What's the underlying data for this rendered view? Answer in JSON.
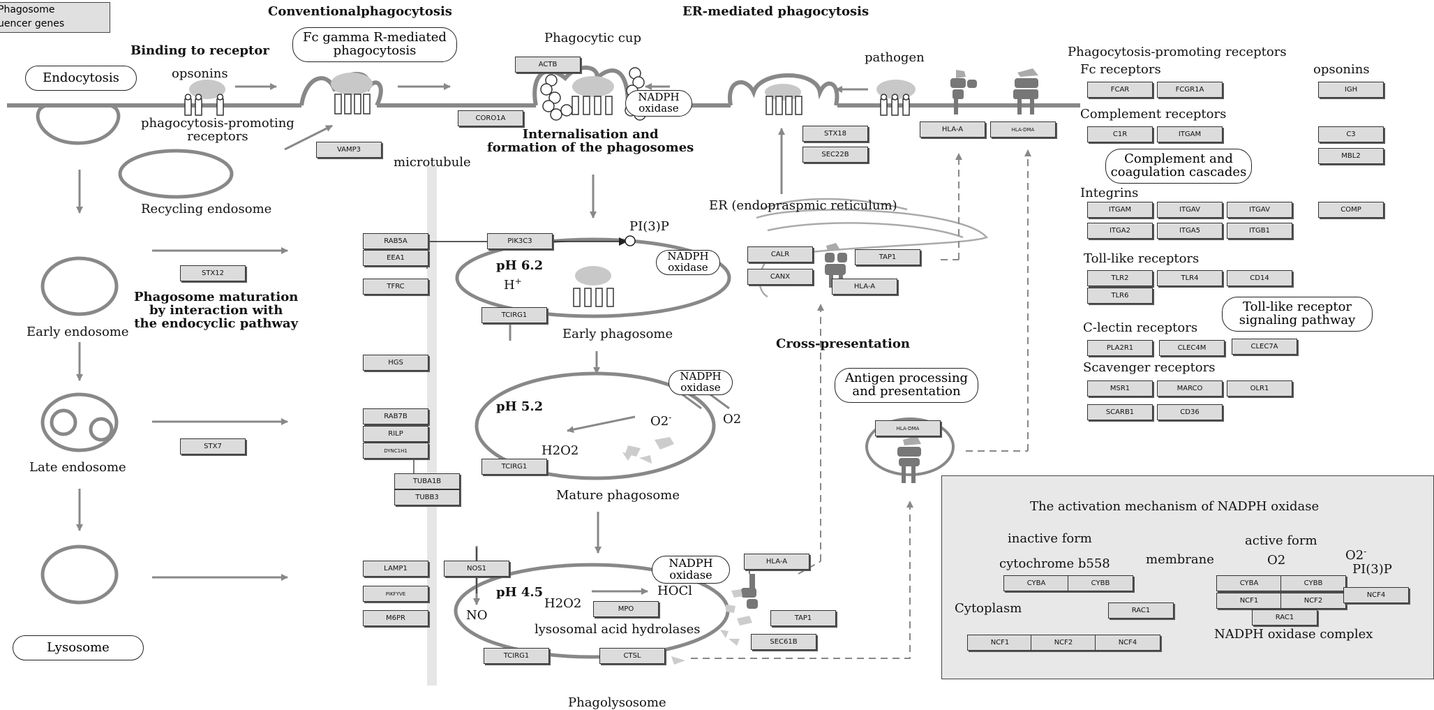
{
  "legend": {
    "line1": "Phagosome",
    "line2": "uencer genes"
  },
  "section_titles": {
    "conventional": "Conventionalphagocytosis",
    "er_mediated": "ER-mediated phagocytosis",
    "binding": "Binding to receptor",
    "internalisation": "Internalisation and\nformation of the phagosomes",
    "maturation": "Phagosome maturation\nby interaction with\nthe endocyclic pathway",
    "cross": "Cross-presentation"
  },
  "labels": {
    "phagocytic_cup": "Phagocytic cup",
    "pathogen": "pathogen",
    "opsonins": "opsonins",
    "ppr": "phagocytosis-promoting\nreceptors",
    "recycling": "Recycling endosome",
    "microtubule": "microtubule",
    "er": "ER (endopraspmic reticulum)",
    "early_endosome": "Early endosome",
    "late_endosome": "Late endosome",
    "early_phagosome": "Early phagosome",
    "mature_phagosome": "Mature phagosome",
    "phagolysosome": "Phagolysosome",
    "ph62": "pH 6.2",
    "ph52": "pH 5.2",
    "ph45": "pH 4.5",
    "hplus": "H",
    "hplus_sup": "+",
    "pi3p": "PI(3)P",
    "o2minus": "O2",
    "o2minus_sup": "-",
    "o2": "O2",
    "h2o2_a": "H2O2",
    "h2o2_b": "H2O2",
    "hocl": "HOCl",
    "no": "NO",
    "hydrolases": "lysosomal acid hydrolases",
    "nadph_lines": [
      "NADPH",
      "oxidase"
    ]
  },
  "rounded_boxes": {
    "endocytosis": "Endocytosis",
    "lysosome": "Lysosome",
    "fc_gamma": "Fc gamma R-mediated\nphagocytosis",
    "complement_cascades": "Complement and\ncoagulation cascades",
    "tlr_pathway": "Toll-like receptor\nsignaling pathway",
    "antigen_processing": "Antigen processing\nand presentation"
  },
  "receptors_panel": {
    "title": "Phagocytosis-promoting receptors",
    "fc": "Fc receptors",
    "opsonins": "opsonins",
    "complement": "Complement receptors",
    "integrins": "Integrins",
    "tlr": "Toll-like receptors",
    "clectin": "C-lectin receptors",
    "scavenger": "Scavenger receptors"
  },
  "nadph_panel": {
    "title": "The activation mechanism of NADPH oxidase",
    "inactive": "inactive form",
    "active": "active form",
    "cytochrome": "cytochrome b558",
    "membrane": "membrane",
    "cytoplasm": "Cytoplasm",
    "complex": "NADPH oxidase complex",
    "o2": "O2",
    "o2minus": "O2",
    "o2minus_sup": "-",
    "pi3p": "PI(3)P"
  },
  "genes": {
    "actb": "ACTB",
    "coro1a": "CORO1A",
    "vamp3": "VAMP3",
    "stx18": "STX18",
    "sec22b": "SEC22B",
    "hla_a_top": "HLA-A",
    "hla_dma_top": "HLA-DMA",
    "rab5a": "RAB5A",
    "eea1": "EEA1",
    "pik3c3": "PIK3C3",
    "stx12": "STX12",
    "tfrc": "TFRC",
    "tcirg1_a": "TCIRG1",
    "calr": "CALR",
    "canx": "CANX",
    "tap1_a": "TAP1",
    "hla_a_mid": "HLA-A",
    "hgs": "HGS",
    "rab7b": "RAB7B",
    "rilp": "RILP",
    "dync1h1": "DYNC1H1",
    "stx7": "STX7",
    "tuba1b": "TUBA1B",
    "tubb3": "TUBB3",
    "tcirg1_b": "TCIRG1",
    "hla_dma_mid": "HLA-DMA",
    "lamp1": "LAMP1",
    "pikfyve": "PIKFYVE",
    "m6pr": "M6PR",
    "nos1": "NOS1",
    "mpo": "MPO",
    "hla_a_bot": "HLA-A",
    "tap1_b": "TAP1",
    "sec61b": "SEC61B",
    "tcirg1_c": "TCIRG1",
    "ctsl": "CTSL",
    "fcar": "FCAR",
    "fcgr1a": "FCGR1A",
    "igh": "IGH",
    "c1r": "C1R",
    "itgam_a": "ITGAM",
    "c3": "C3",
    "mbl2": "MBL2",
    "itgam_b": "ITGAM",
    "itgav_a": "ITGAV",
    "itgav_b": "ITGAV",
    "comp": "COMP",
    "itga2": "ITGA2",
    "itga5": "ITGA5",
    "itgb1": "ITGB1",
    "tlr2": "TLR2",
    "tlr4": "TLR4",
    "cd14": "CD14",
    "tlr6": "TLR6",
    "pla2r1": "PLA2R1",
    "clec4m": "CLEC4M",
    "clec7a": "CLEC7A",
    "msr1": "MSR1",
    "marco": "MARCO",
    "olr1": "OLR1",
    "scarb1": "SCARB1",
    "cd36": "CD36",
    "cyba_a": "CYBA",
    "cybb_a": "CYBB",
    "rac1_a": "RAC1",
    "ncf1_a": "NCF1",
    "ncf2_a": "NCF2",
    "ncf4_a": "NCF4",
    "cyba_b": "CYBA",
    "cybb_b": "CYBB",
    "ncf1_b": "NCF1",
    "ncf2_b": "NCF2",
    "rac1_b": "RAC1",
    "ncf4_b": "NCF4"
  },
  "colors": {
    "line": "#888888",
    "gene_fill": "#dcdcdc",
    "panel_fill": "#e8e8e8",
    "microtubule": "#e6e6e6"
  }
}
